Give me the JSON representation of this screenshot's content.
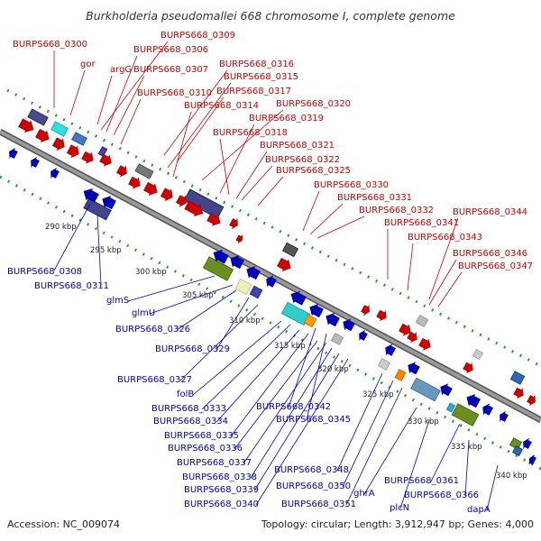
{
  "title": "Burkholderia pseudomallei 668 chromosome I, complete genome",
  "accession": "Accession: NC_009074",
  "topology": "Topology: circular; Length: 3,912,947 bp; Genes: 4,000",
  "colors": {
    "forward": "#cc0000",
    "reverse": "#0000bb",
    "backbone": "#7a7a7a",
    "guide": "#2e9e2e"
  },
  "kbp_ticks": [
    "290 kbp",
    "295 kbp",
    "300 kbp",
    "305 kbp",
    "310 kbp",
    "315 kbp",
    "320 kbp",
    "325 kbp",
    "330 kbp",
    "335 kbp",
    "340 kbp"
  ],
  "forward_labels": [
    "BURPS668_0300",
    "gor",
    "argG",
    "BURPS668_0309",
    "BURPS668_0306",
    "BURPS668_0307",
    "BURPS668_0316",
    "BURPS668_0315",
    "BURPS668_0310",
    "BURPS668_0317",
    "BURPS668_0314",
    "BURPS668_0320",
    "BURPS668_0319",
    "BURPS668_0318",
    "BURPS668_0321",
    "BURPS668_0322",
    "BURPS668_0325",
    "BURPS668_0330",
    "BURPS668_0331",
    "BURPS668_0332",
    "BURPS668_0341",
    "BURPS668_0344",
    "BURPS668_0343",
    "BURPS668_0346",
    "BURPS668_0347"
  ],
  "reverse_labels": [
    "BURPS668_0308",
    "BURPS668_0311",
    "glmS",
    "glmU",
    "BURPS668_0326",
    "BURPS668_0329",
    "BURPS668_0327",
    "folB",
    "BURPS668_0333",
    "BURPS668_0334",
    "BURPS668_0335",
    "BURPS668_0336",
    "BURPS668_0337",
    "BURPS668_0338",
    "BURPS668_0339",
    "BURPS668_0340",
    "BURPS668_0342",
    "BURPS668_0345",
    "BURPS668_0348",
    "BURPS668_0350",
    "BURPS668_0351",
    "ghrA",
    "plcN",
    "BURPS668_0361",
    "BURPS668_0366",
    "dapA"
  ]
}
